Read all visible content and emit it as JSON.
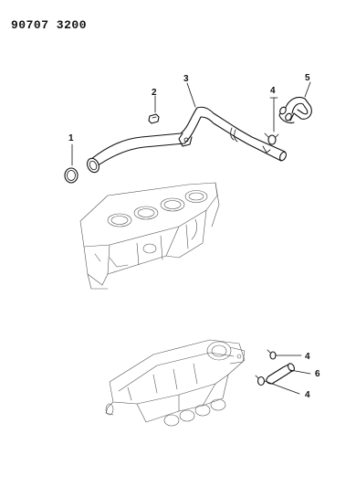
{
  "document_number": "90707 3200",
  "callouts": {
    "c1": "1",
    "c2": "2",
    "c3": "3",
    "c4a": "4",
    "c5": "5",
    "c4b": "4",
    "c4c": "4",
    "c6": "6"
  },
  "parts": [
    {
      "callout": "1",
      "name": "o-ring"
    },
    {
      "callout": "2",
      "name": "bolt"
    },
    {
      "callout": "3",
      "name": "water-pipe"
    },
    {
      "callout": "4",
      "name": "hose-clamp"
    },
    {
      "callout": "5",
      "name": "bypass-hose"
    },
    {
      "callout": "6",
      "name": "manifold-hose"
    }
  ]
}
